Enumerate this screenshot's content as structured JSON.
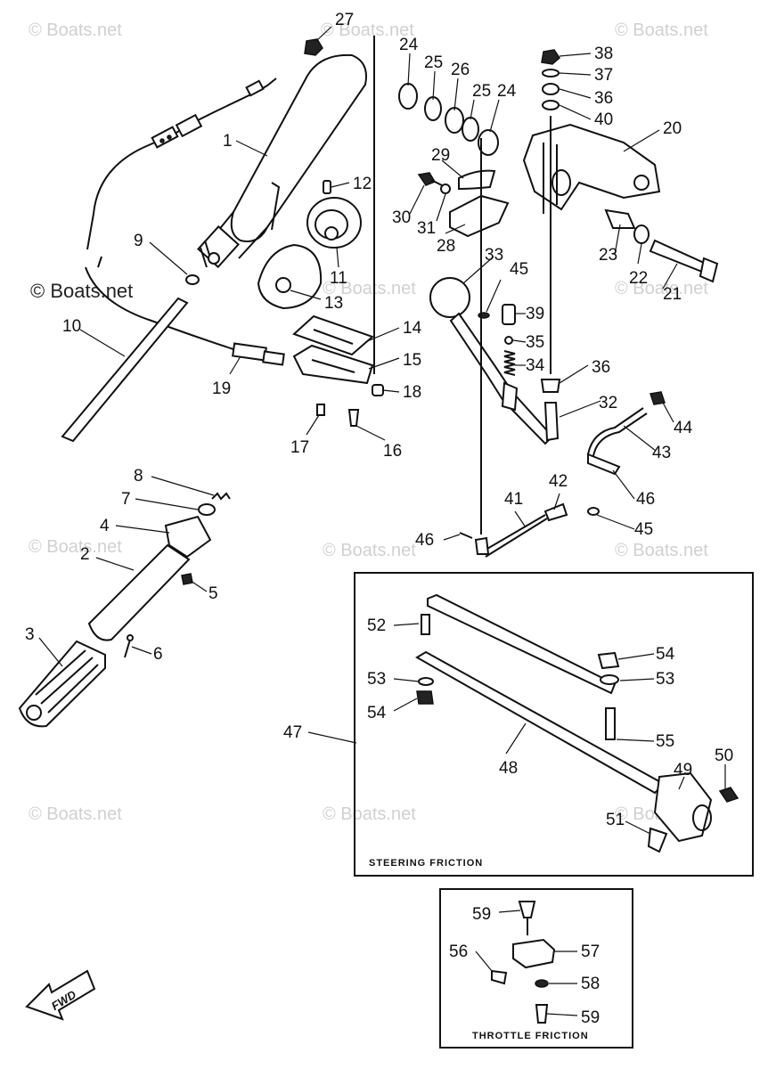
{
  "watermarks": [
    {
      "text": "© Boats.net",
      "style": "light"
    },
    {
      "text": "© Boats.net",
      "style": "light"
    },
    {
      "text": "© Boats.net",
      "style": "light"
    },
    {
      "text": "© Boats.net",
      "style": "dark"
    },
    {
      "text": "© Boats.net",
      "style": "light"
    },
    {
      "text": "© Boats.net",
      "style": "light"
    },
    {
      "text": "© Boats.net",
      "style": "light"
    },
    {
      "text": "© Boats.net",
      "style": "light"
    },
    {
      "text": "© Boats.net",
      "style": "light"
    },
    {
      "text": "© Boats.net",
      "style": "light"
    },
    {
      "text": "© Boats.net",
      "style": "light"
    },
    {
      "text": "© Boats.net",
      "style": "light"
    }
  ],
  "callouts": [
    "27",
    "24",
    "25",
    "26",
    "25",
    "24",
    "38",
    "37",
    "36",
    "40",
    "20",
    "1",
    "12",
    "29",
    "30",
    "31",
    "28",
    "9",
    "11",
    "13",
    "23",
    "22",
    "21",
    "33",
    "45",
    "39",
    "35",
    "34",
    "36",
    "10",
    "14",
    "15",
    "19",
    "18",
    "17",
    "16",
    "32",
    "44",
    "43",
    "46",
    "8",
    "7",
    "4",
    "42",
    "41",
    "2",
    "5",
    "46",
    "45",
    "3",
    "6",
    "52",
    "54",
    "53",
    "53",
    "54",
    "55",
    "47",
    "48",
    "50",
    "49",
    "51",
    "59",
    "57",
    "56",
    "58",
    "59"
  ],
  "boxes": {
    "steering_title": "STEERING FRICTION",
    "throttle_title": "THROTTLE FRICTION"
  },
  "fwd_label": "FWD"
}
